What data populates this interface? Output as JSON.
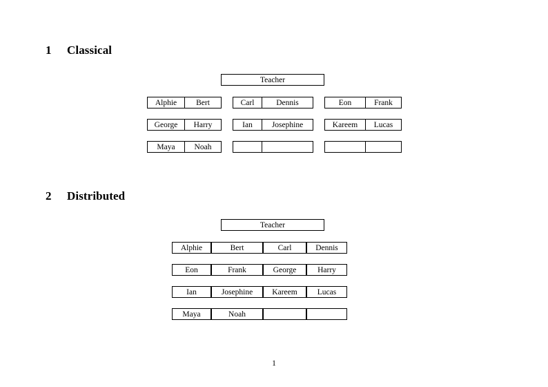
{
  "document": {
    "page_number": "1"
  },
  "sections": [
    {
      "number": "1",
      "title": "Classical",
      "teacher_label": "Teacher",
      "groups": [
        {
          "name": "group-a",
          "rows": [
            [
              "Alphie",
              "Bert"
            ],
            [
              "George",
              "Harry"
            ],
            [
              "Maya",
              "Noah"
            ]
          ]
        },
        {
          "name": "group-b",
          "rows": [
            [
              "Carl",
              "Dennis"
            ],
            [
              "Ian",
              "Josephine"
            ],
            [
              "",
              ""
            ]
          ]
        },
        {
          "name": "group-c",
          "rows": [
            [
              "Eon",
              "Frank"
            ],
            [
              "Kareem",
              "Lucas"
            ],
            [
              "",
              ""
            ]
          ]
        }
      ]
    },
    {
      "number": "2",
      "title": "Distributed",
      "teacher_label": "Teacher",
      "rows": [
        [
          "Alphie",
          "Bert",
          "Carl",
          "Dennis"
        ],
        [
          "Eon",
          "Frank",
          "George",
          "Harry"
        ],
        [
          "Ian",
          "Josephine",
          "Kareem",
          "Lucas"
        ],
        [
          "Maya",
          "Noah",
          "",
          ""
        ]
      ]
    }
  ]
}
